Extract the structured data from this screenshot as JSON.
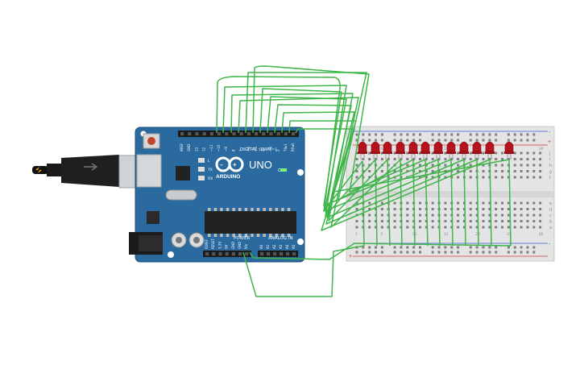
{
  "board": {
    "model": "UNO",
    "brand": "ARDUINO",
    "digital_label": "DIGITAL (PWM~)",
    "power_label": "POWER",
    "analog_label": "ANALOG IN",
    "on_label": "ON",
    "led_labels": [
      "L",
      "TX",
      "RX"
    ],
    "top_pins": [
      "AREF",
      "GND",
      "13",
      "12",
      "~11",
      "~10",
      "~9",
      "8",
      "7",
      "~6",
      "~5",
      "4",
      "~3",
      "2",
      "TX▸1",
      "RX◂0"
    ],
    "power_pins": [
      "IOREF",
      "RESET",
      "3.3V",
      "5V",
      "GND",
      "GND",
      "Vin"
    ],
    "analog_pins": [
      "A0",
      "A1",
      "A2",
      "A3",
      "A4",
      "A5"
    ]
  },
  "breadboard": {
    "row_letters_top": [
      "j",
      "i",
      "h",
      "g",
      "f"
    ],
    "row_letters_bottom": [
      "e",
      "d",
      "c",
      "b",
      "a"
    ],
    "column_numbers": [
      "1",
      "5",
      "10",
      "15",
      "20",
      "25",
      "30"
    ],
    "rail_plus": "+",
    "rail_minus": "-"
  },
  "leds": {
    "count": 12,
    "color": "#b5121b"
  },
  "colors": {
    "board": "#2b6a9e",
    "wire": "#3fb54a",
    "led": "#c0161e",
    "rail_red": "#d23a3a",
    "rail_blue": "#3a5bd2"
  }
}
